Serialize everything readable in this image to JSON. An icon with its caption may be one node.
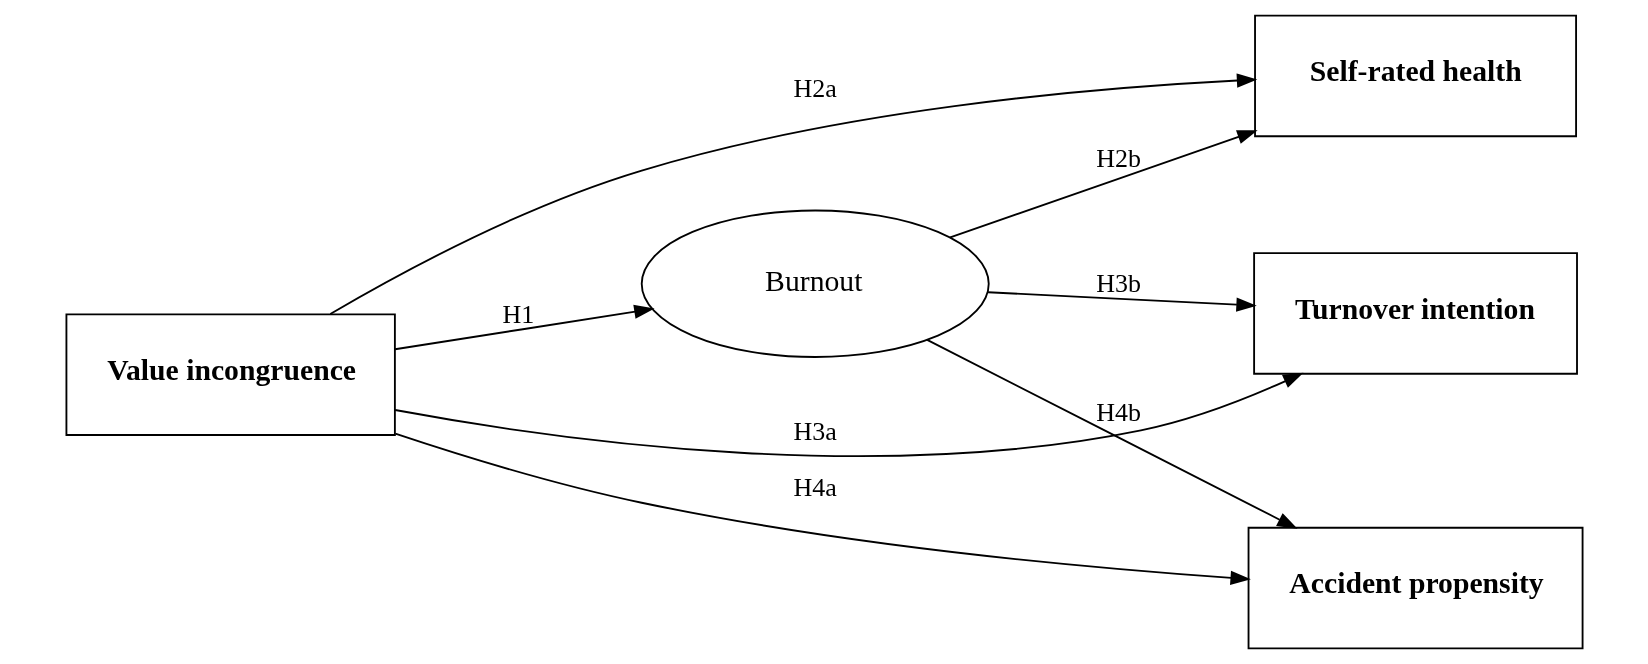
{
  "diagram": {
    "nodes": [
      {
        "text": [
          "Value incongruence"
        ]
      },
      {
        "text": [
          "Burnout"
        ]
      },
      {
        "text": [
          "Self-rated health"
        ]
      },
      {
        "text": [
          "Turnover intention"
        ]
      },
      {
        "text": [
          "Accident propensity"
        ]
      }
    ],
    "edges": [
      {
        "from": 0,
        "to": 1,
        "arrow": "to",
        "label": "H1"
      },
      {
        "from": 0,
        "to": 2,
        "arrow": "to",
        "label": "H2a"
      },
      {
        "from": 1,
        "to": 2,
        "arrow": "to",
        "label": "H2b"
      },
      {
        "from": 1,
        "to": 3,
        "arrow": "to",
        "label": "H3b"
      },
      {
        "from": 0,
        "to": 3,
        "arrow": "to",
        "label": "H3a"
      },
      {
        "from": 1,
        "to": 4,
        "arrow": "to",
        "label": "H4b"
      },
      {
        "from": 0,
        "to": 4,
        "arrow": "to",
        "label": "H4a"
      }
    ]
  }
}
